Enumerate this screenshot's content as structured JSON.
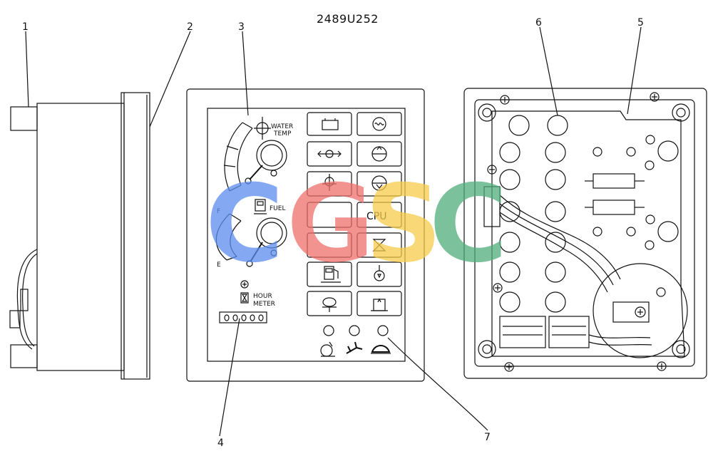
{
  "drawing_code": "2489U252",
  "callouts": [
    "1",
    "2",
    "3",
    "4",
    "5",
    "6",
    "7"
  ],
  "gauges": {
    "water_temp_line1": "WATER",
    "water_temp_line2": "TEMP",
    "fuel": "FUEL",
    "fuel_full": "F",
    "fuel_empty": "E",
    "hour_meter_line1": "HOUR",
    "hour_meter_line2": "METER"
  },
  "indicator_labels": {
    "cpu": "CPU"
  },
  "watermark": {
    "letters": [
      "C",
      "G",
      "S",
      "C"
    ],
    "colors": {
      "c1": "#5b8dee",
      "g": "#ef6f6a",
      "s": "#f6cc4a",
      "c2": "#4fae7c"
    }
  }
}
